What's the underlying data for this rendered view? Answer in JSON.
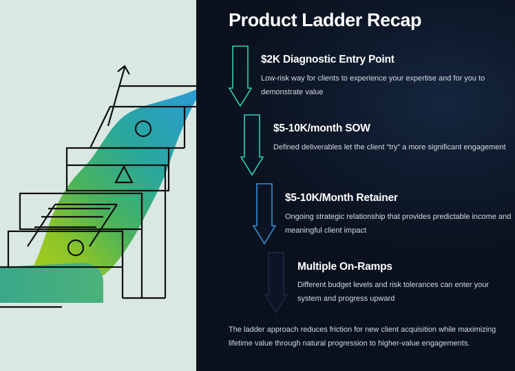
{
  "title": "Product Ladder Recap",
  "steps": [
    {
      "heading": "$2K Diagnostic Entry Point",
      "description": "Low-risk way for clients to experience your expertise and for you to demonstrate value",
      "arrow_color": "#2fd3b2"
    },
    {
      "heading": "$5-10K/month SOW",
      "description": "Defined deliverables let the client “try” a more significant engagement",
      "arrow_color": "#2fd3b2"
    },
    {
      "heading": "$5-10K/Month Retainer",
      "description": "Ongoing strategic relationship that provides predictable income and meaningful client impact",
      "arrow_color": "#3a8fd6"
    },
    {
      "heading": "Multiple On-Ramps",
      "description": "Different budget levels and risk tolerances can enter your system and progress upward",
      "arrow_color": "#1d2a44"
    }
  ],
  "summary": "The ladder approach reduces friction for new client acquisition while maximizing lifetime value through natural progression to higher-value engagements.",
  "illustration": {
    "background": "#d9e8e2",
    "gradient_colors": [
      "#2b9ad6",
      "#3bb27a",
      "#9fca1e"
    ]
  }
}
